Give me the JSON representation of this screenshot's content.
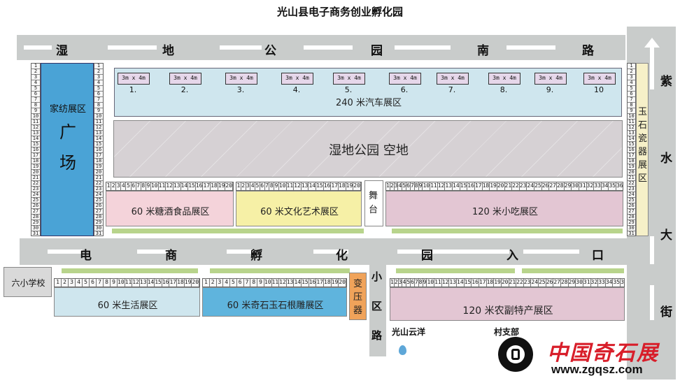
{
  "title": "光山县电子商务创业孵化园",
  "roads": {
    "top": [
      "湿",
      "地",
      "公",
      "园",
      "南",
      "路"
    ],
    "middle": [
      "电",
      "商",
      "孵",
      "化",
      "园",
      "入",
      "口"
    ],
    "right": [
      "紫",
      "水",
      "大",
      "街"
    ],
    "small": [
      "小",
      "区",
      "路"
    ]
  },
  "plaza": {
    "label_top": "家纺展区",
    "label_main_1": "广",
    "label_main_2": "场"
  },
  "car_zone": {
    "label": "240 米汽车展区",
    "slot_size": "3m x 4m",
    "slot_numbers": [
      "1.",
      "2.",
      "3.",
      "4.",
      "5.",
      "6.",
      "7.",
      "8.",
      "9.",
      "10"
    ]
  },
  "park": {
    "label": "湿地公园  空地"
  },
  "zones": {
    "food": "60 米糖酒食品展区",
    "culture": "60 米文化艺术展区",
    "stage": "舞台",
    "snack": "120 米小吃展区",
    "jade": "玉石瓷器展区",
    "life": "60 米生活展区",
    "stone": "60 米奇石玉石根雕展区",
    "transformer": "变压器",
    "farm": "120 米农副特产展区"
  },
  "landmarks": {
    "school": "六小学校",
    "yunyang": "光山云洋",
    "village": "村支部"
  },
  "watermark": {
    "brand": "中国奇石展",
    "url": "www.zgqsz.com"
  },
  "colors": {
    "road": "#c9cccb",
    "plaza": "#4aa3d6",
    "car": "#cfe6ee",
    "park": "#d6d1d4",
    "food": "#f4d3da",
    "culture": "#f6f0a6",
    "snack": "#e3c6d3",
    "life": "#cfe6ee",
    "stone": "#5fb4dd",
    "transformer": "#f0a35a",
    "farm": "#e3c6d3",
    "green": "#b8d48c",
    "brand": "#d81e2a"
  }
}
